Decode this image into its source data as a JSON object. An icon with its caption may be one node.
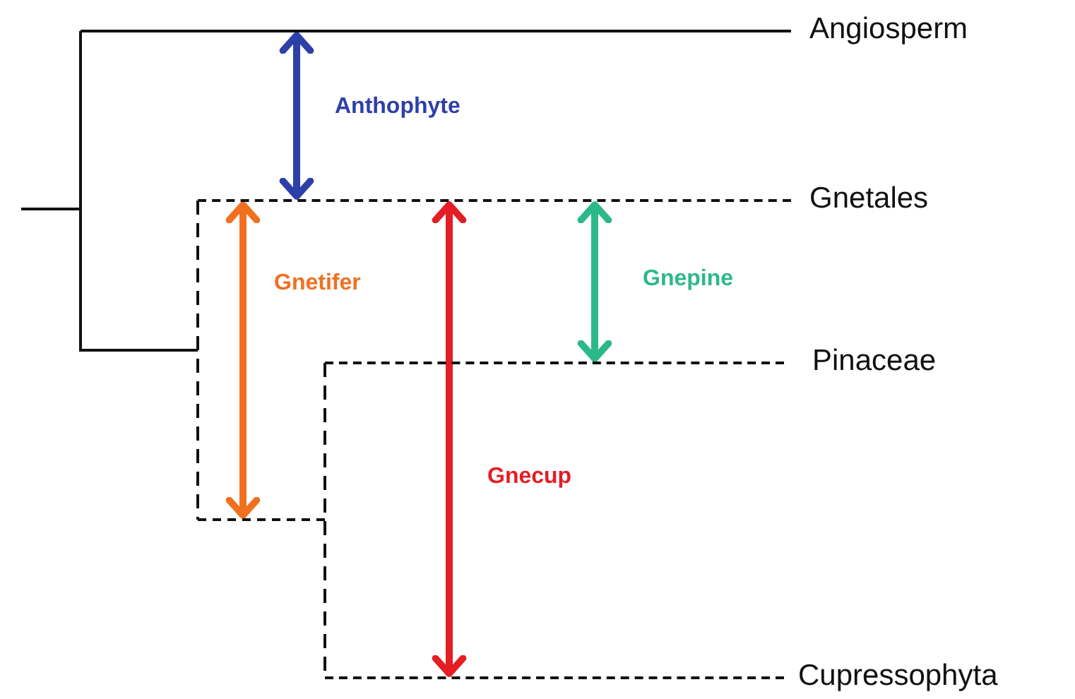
{
  "diagram": {
    "nodes": [
      {
        "text": [],
        "shape": "line",
        "beside": [
          "Angiosperm"
        ]
      },
      {
        "text": [],
        "shape": "line",
        "beside": [
          "Gnetales"
        ]
      },
      {
        "text": [],
        "shape": "line",
        "beside": [
          "Pinaceae"
        ]
      },
      {
        "text": [],
        "shape": "line"
      },
      {
        "text": [],
        "shape": "line",
        "beside": [
          "Cupressophyta"
        ]
      }
    ],
    "edges": [
      {
        "from": 0,
        "to": 1,
        "arrow": "both",
        "label": "Anthophyte",
        "color": "#2e3fa8"
      },
      {
        "from": 1,
        "to": 3,
        "arrow": "both",
        "label": "Gnetifer",
        "color": "#f07020"
      },
      {
        "from": 1,
        "to": 4,
        "arrow": "both",
        "label": "Gnecup",
        "color": "#e31e24"
      },
      {
        "from": 1,
        "to": 2,
        "arrow": "both",
        "label": "Gnepine",
        "color": "#2db88a"
      }
    ]
  }
}
